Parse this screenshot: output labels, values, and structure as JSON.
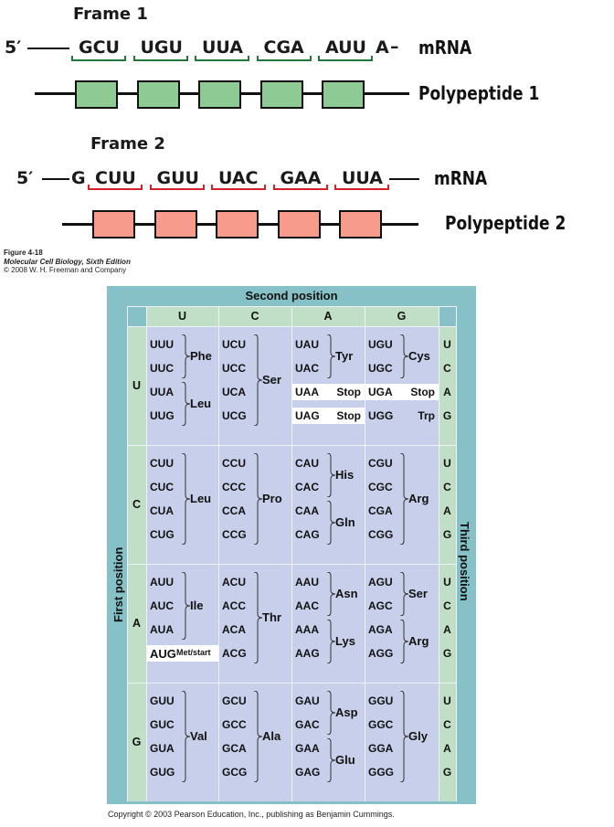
{
  "diagram": {
    "frame1": {
      "title": "Frame 1",
      "five_prime": "5′",
      "codons": [
        "GCU",
        "UGU",
        "UUA",
        "CGA",
        "AUU"
      ],
      "trailing": "A",
      "trailing_dash": "–",
      "mrna_label": "mRNA",
      "polypeptide_label": "Polypeptide 1",
      "bracket_color": "#1f7a3a",
      "box_color": "#8ecb94",
      "residue_count": 5
    },
    "frame2": {
      "title": "Frame 2",
      "five_prime": "5′",
      "leading": "G",
      "codons": [
        "CUU",
        "GUU",
        "UAC",
        "GAA",
        "UUA"
      ],
      "mrna_label": "mRNA",
      "polypeptide_label": "Polypeptide 2",
      "bracket_color": "#d3222a",
      "box_color": "#f79b8c",
      "residue_count": 5
    },
    "caption": {
      "figure": "Figure 4-18",
      "book": "Molecular Cell Biology, Sixth Edition",
      "publisher": "© 2008 W. H. Freeman and Company"
    }
  },
  "codon_table": {
    "title_second": "Second position",
    "title_first": "First position",
    "title_third": "Third position",
    "columns": [
      "U",
      "C",
      "A",
      "G"
    ],
    "rows": [
      "U",
      "C",
      "A",
      "G"
    ],
    "third_bases": [
      "U",
      "C",
      "A",
      "G"
    ],
    "colors": {
      "frame": "#85c1c6",
      "header": "#c1dec6",
      "body": "#c7cfea",
      "highlight": "#ffffff"
    },
    "blocks": [
      [
        {
          "codons": [
            "UUU",
            "UUC",
            "UUA",
            "UUG"
          ],
          "groups": [
            {
              "aa": "Phe",
              "from": 0,
              "to": 1
            },
            {
              "aa": "Leu",
              "from": 2,
              "to": 3
            }
          ]
        },
        {
          "codons": [
            "UCU",
            "UCC",
            "UCA",
            "UCG"
          ],
          "groups": [
            {
              "aa": "Ser",
              "from": 0,
              "to": 3
            }
          ]
        },
        {
          "codons": [
            "UAU",
            "UAC",
            "UAA",
            "UAG"
          ],
          "groups": [
            {
              "aa": "Tyr",
              "from": 0,
              "to": 1
            }
          ],
          "singles": [
            {
              "i": 2,
              "aa": "Stop",
              "white": true
            },
            {
              "i": 3,
              "aa": "Stop",
              "white": true
            }
          ]
        },
        {
          "codons": [
            "UGU",
            "UGC",
            "UGA",
            "UGG"
          ],
          "groups": [
            {
              "aa": "Cys",
              "from": 0,
              "to": 1
            }
          ],
          "singles": [
            {
              "i": 2,
              "aa": "Stop",
              "white": true
            },
            {
              "i": 3,
              "aa": "Trp",
              "white": false
            }
          ]
        }
      ],
      [
        {
          "codons": [
            "CUU",
            "CUC",
            "CUA",
            "CUG"
          ],
          "groups": [
            {
              "aa": "Leu",
              "from": 0,
              "to": 3
            }
          ]
        },
        {
          "codons": [
            "CCU",
            "CCC",
            "CCA",
            "CCG"
          ],
          "groups": [
            {
              "aa": "Pro",
              "from": 0,
              "to": 3
            }
          ]
        },
        {
          "codons": [
            "CAU",
            "CAC",
            "CAA",
            "CAG"
          ],
          "groups": [
            {
              "aa": "His",
              "from": 0,
              "to": 1
            },
            {
              "aa": "Gln",
              "from": 2,
              "to": 3
            }
          ]
        },
        {
          "codons": [
            "CGU",
            "CGC",
            "CGA",
            "CGG"
          ],
          "groups": [
            {
              "aa": "Arg",
              "from": 0,
              "to": 3
            }
          ]
        }
      ],
      [
        {
          "codons": [
            "AUU",
            "AUC",
            "AUA",
            "AUG"
          ],
          "groups": [
            {
              "aa": "Ile",
              "from": 0,
              "to": 2
            }
          ],
          "singles": [
            {
              "i": 3,
              "aa": "Met/start",
              "white": true,
              "small": true
            }
          ]
        },
        {
          "codons": [
            "ACU",
            "ACC",
            "ACA",
            "ACG"
          ],
          "groups": [
            {
              "aa": "Thr",
              "from": 0,
              "to": 3
            }
          ]
        },
        {
          "codons": [
            "AAU",
            "AAC",
            "AAA",
            "AAG"
          ],
          "groups": [
            {
              "aa": "Asn",
              "from": 0,
              "to": 1
            },
            {
              "aa": "Lys",
              "from": 2,
              "to": 3
            }
          ]
        },
        {
          "codons": [
            "AGU",
            "AGC",
            "AGA",
            "AGG"
          ],
          "groups": [
            {
              "aa": "Ser",
              "from": 0,
              "to": 1
            },
            {
              "aa": "Arg",
              "from": 2,
              "to": 3
            }
          ]
        }
      ],
      [
        {
          "codons": [
            "GUU",
            "GUC",
            "GUA",
            "GUG"
          ],
          "groups": [
            {
              "aa": "Val",
              "from": 0,
              "to": 3
            }
          ]
        },
        {
          "codons": [
            "GCU",
            "GCC",
            "GCA",
            "GCG"
          ],
          "groups": [
            {
              "aa": "Ala",
              "from": 0,
              "to": 3
            }
          ]
        },
        {
          "codons": [
            "GAU",
            "GAC",
            "GAA",
            "GAG"
          ],
          "groups": [
            {
              "aa": "Asp",
              "from": 0,
              "to": 1
            },
            {
              "aa": "Glu",
              "from": 2,
              "to": 3
            }
          ]
        },
        {
          "codons": [
            "GGU",
            "GGC",
            "GGA",
            "GGG"
          ],
          "groups": [
            {
              "aa": "Gly",
              "from": 0,
              "to": 3
            }
          ]
        }
      ]
    ],
    "copyright": "Copyright © 2003 Pearson Education, Inc., publishing as Benjamin Cummings."
  }
}
